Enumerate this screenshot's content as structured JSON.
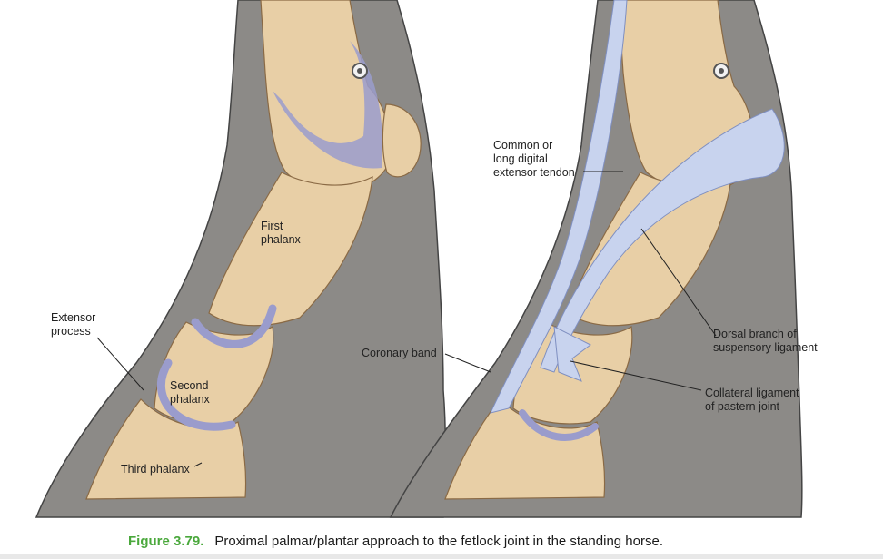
{
  "colors": {
    "skin": "#8c8a87",
    "bone": "#e8cfa6",
    "bone_shade": "#c89f70",
    "ligament": "#9a9ccc",
    "tendon": "#c8d3ee",
    "caption_accent": "#4aa83c"
  },
  "labels": {
    "first_phalanx": "First\nphalanx",
    "extensor_process": "Extensor\nprocess",
    "second_phalanx": "Second\nphalanx",
    "third_phalanx": "Third phalanx",
    "common_extensor": "Common or\nlong digital\nextensor tendon",
    "coronary_band": "Coronary band",
    "dorsal_branch": "Dorsal branch of\nsuspensory ligament",
    "collateral_ligament": "Collateral ligament\nof pastern joint"
  },
  "caption": {
    "figure_number": "Figure 3.79.",
    "text": "Proximal palmar/plantar approach to the fetlock joint in the standing horse."
  }
}
